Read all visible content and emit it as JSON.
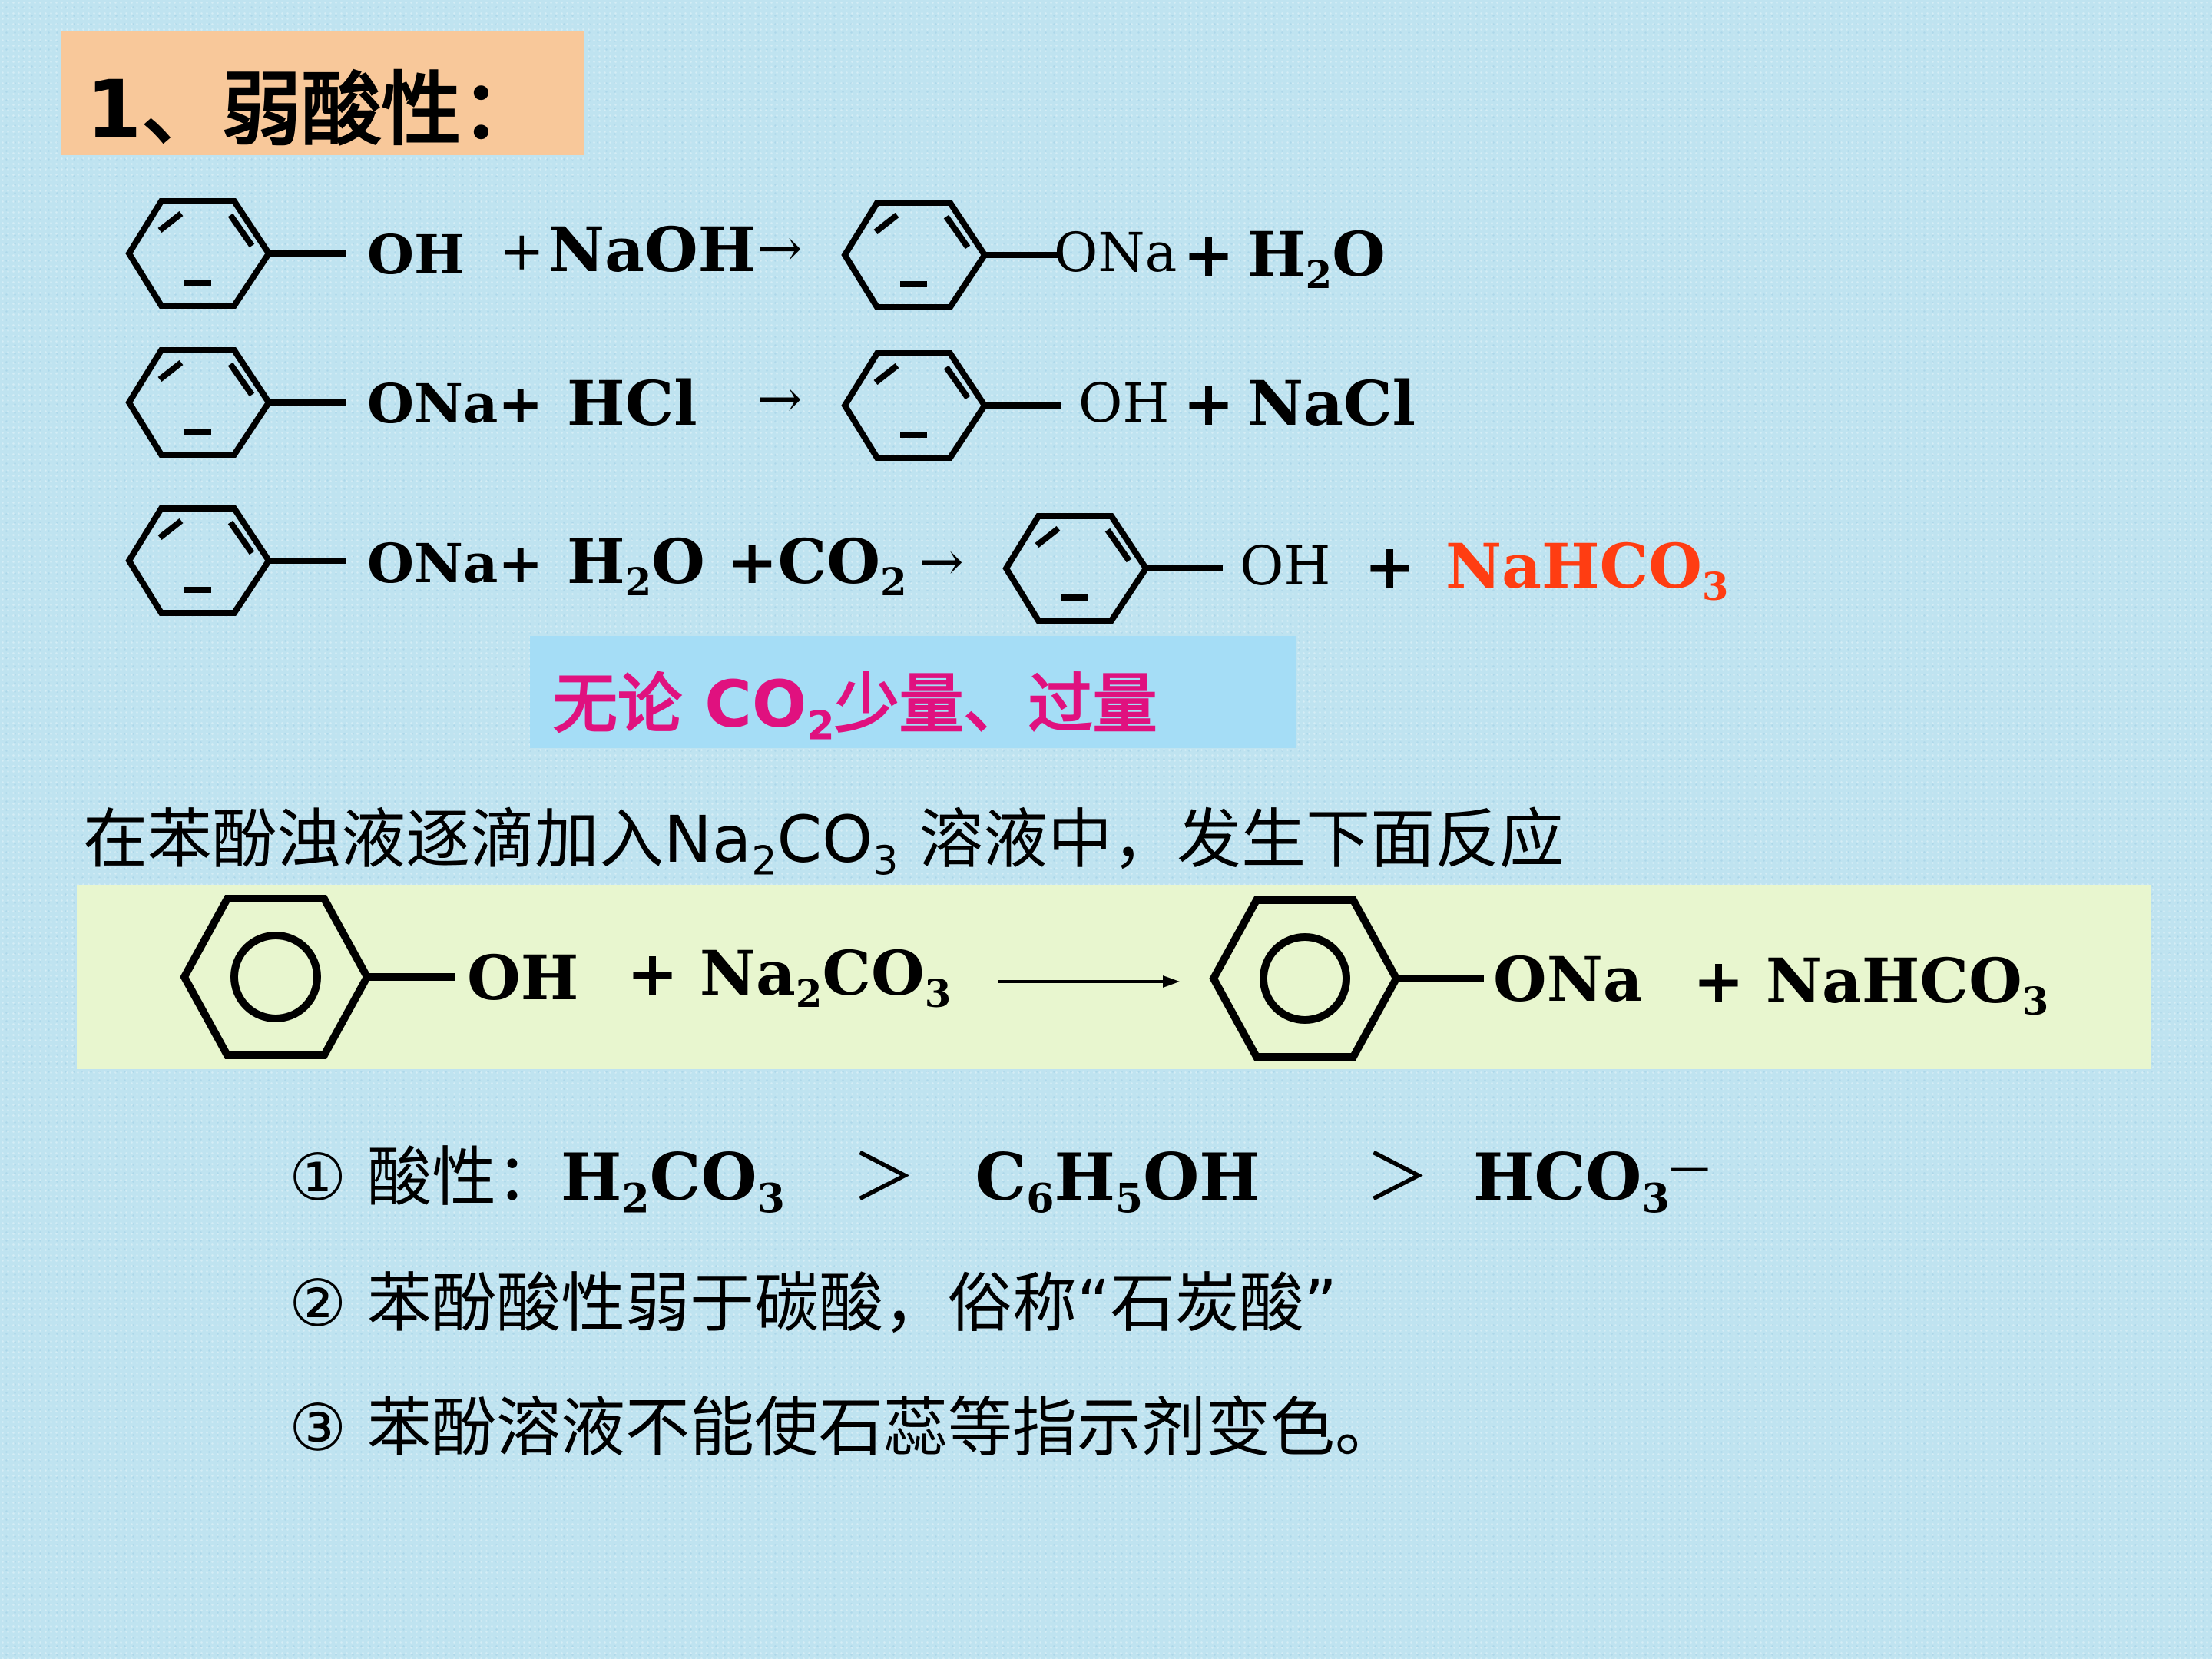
{
  "title": "1、弱酸性：",
  "reactions": {
    "r1": {
      "a1": "OH",
      "plus1": "+",
      "b1": "NaOH",
      "arrow": "→",
      "p1": "ONa",
      "plus2": "+",
      "p2": "H",
      "p2sub": "2",
      "p2b": "O"
    },
    "r2": {
      "a1": "ONa+",
      "b1": "HCl",
      "arrow": "→",
      "p1": "OH",
      "plus2": "+",
      "p2": "NaCl"
    },
    "r3": {
      "a1": "ONa+",
      "b1": "H",
      "b1sub": "2",
      "b1b": "O +CO",
      "b1sub2": "2",
      "arrow": "→",
      "p1": "OH",
      "plus2": "+",
      "p2": "NaHCO",
      "p2sub": "3"
    }
  },
  "note_co2": {
    "pre": "无论 CO",
    "sub": "2",
    "post": "少量、过量"
  },
  "intro": {
    "pre": "在苯酚浊液逐滴加入Na",
    "sub1": "2",
    "mid": "CO",
    "sub2": "3",
    "post": " 溶液中，发生下面反应"
  },
  "main_reaction": {
    "a1": "OH",
    "b1": "+ Na",
    "b1sub": "2",
    "b1b": "CO",
    "b1sub2": "3",
    "p1": "ONa",
    "p2": "+ NaHCO",
    "p2sub": "3"
  },
  "points": {
    "p1": {
      "label": "① 酸性：",
      "h": "H",
      "s1": "2",
      "co3": "CO",
      "s2": "3",
      "gt1": "＞",
      "c": "C",
      "s3": "6",
      "h5": "H",
      "s4": "5",
      "oh": "OH",
      "gt2": "＞",
      "hco": "HCO",
      "s5": "3",
      "minus": "—"
    },
    "p2": "② 苯酚酸性弱于碳酸，俗称“石炭酸”",
    "p3": "③ 苯酚溶液不能使石蕊等指示剂变色。"
  },
  "colors": {
    "title_bg": "#f8c89a",
    "note_bg": "#a5ddf6",
    "band_bg": "#e8f6cf",
    "red": "#ff3d12",
    "magenta": "#e0117f"
  }
}
